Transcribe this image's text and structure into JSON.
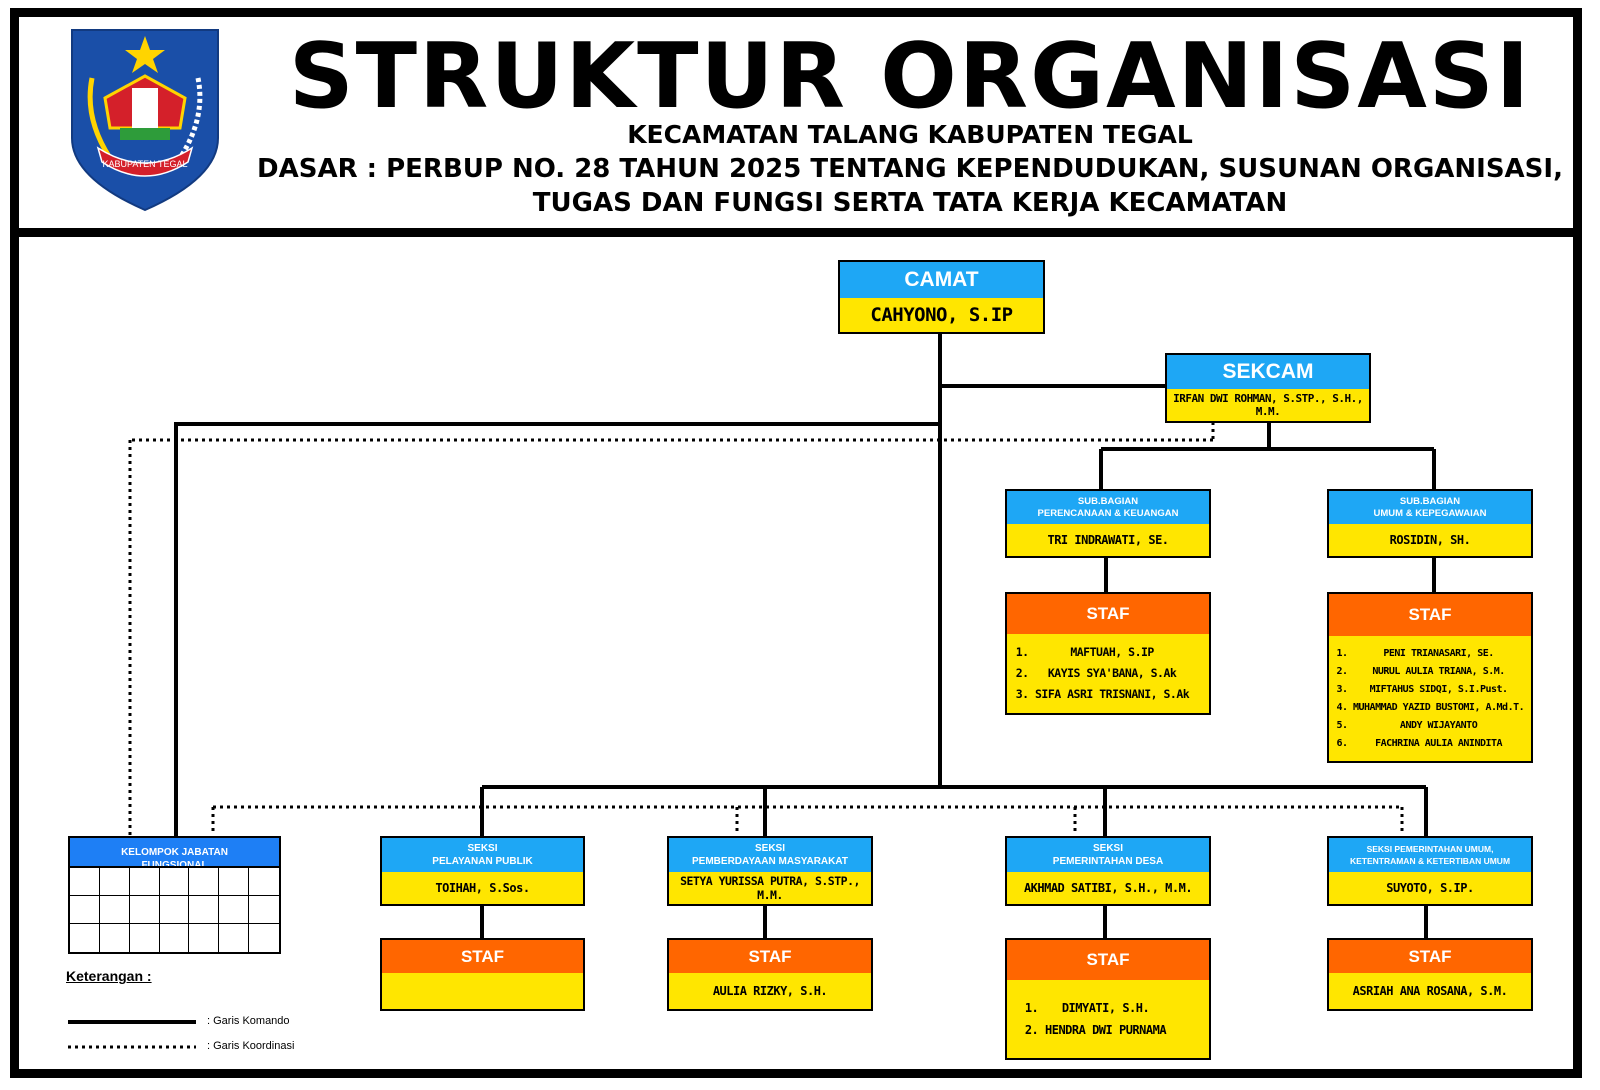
{
  "header": {
    "title": "STRUKTUR ORGANISASI",
    "subtitle": "KECAMATAN TALANG KABUPATEN TEGAL",
    "basis_line1": "DASAR : PERBUP NO. 28 TAHUN 2025 TENTANG KEPENDUDUKAN, SUSUNAN ORGANISASI,",
    "basis_line2": "TUGAS DAN FUNGSI SERTA TATA KERJA KECAMATAN",
    "logo_text": "KABUPATEN TEGAL"
  },
  "camat": {
    "title": "CAMAT",
    "name": "CAHYONO, S.IP"
  },
  "sekcam": {
    "title": "SEKCAM",
    "name": "IRFAN DWI ROHMAN, S.STP., S.H., M.M."
  },
  "subbag": [
    {
      "title_line1": "SUB.BAGIAN",
      "title_line2": "PERENCANAAN & KEUANGAN",
      "name": "TRI INDRAWATI, SE.",
      "staff_title": "STAF",
      "staff": [
        "MAFTUAH, S.IP",
        "KAYIS SYA'BANA, S.Ak",
        "SIFA ASRI TRISNANI, S.Ak"
      ]
    },
    {
      "title_line1": "SUB.BAGIAN",
      "title_line2": "UMUM & KEPEGAWAIAN",
      "name": "ROSIDIN, SH.",
      "staff_title": "STAF",
      "staff": [
        "PENI TRIANASARI, SE.",
        "NURUL AULIA TRIANA, S.M.",
        "MIFTAHUS SIDQI, S.I.Pust.",
        "MUHAMMAD YAZID BUSTOMI, A.Md.T.",
        "ANDY WIJAYANTO",
        "FACHRINA AULIA ANINDITA"
      ]
    }
  ],
  "kelompok": {
    "title_line1": "KELOMPOK JABATAN",
    "title_line2": "FUNGSIONAL"
  },
  "seksi": [
    {
      "title_line1": "SEKSI",
      "title_line2": "PELAYANAN PUBLIK",
      "name": "TOIHAH, S.Sos.",
      "staff_title": "STAF",
      "staff": []
    },
    {
      "title_line1": "SEKSI",
      "title_line2": "PEMBERDAYAAN MASYARAKAT",
      "name": "SETYA YURISSA PUTRA, S.STP., M.M.",
      "staff_title": "STAF",
      "staff": [
        "AULIA RIZKY, S.H."
      ]
    },
    {
      "title_line1": "SEKSI",
      "title_line2": "PEMERINTAHAN DESA",
      "name": "AKHMAD SATIBI, S.H., M.M.",
      "staff_title": "STAF",
      "staff": [
        "DIMYATI, S.H.",
        "HENDRA DWI PURNAMA"
      ]
    },
    {
      "title_line1": "SEKSI PEMERINTAHAN UMUM,",
      "title_line2": "KETENTRAMAN & KETERTIBAN UMUM",
      "name": "SUYOTO, S.IP.",
      "staff_title": "STAF",
      "staff": [
        "ASRIAH ANA ROSANA, S.M."
      ]
    }
  ],
  "legend": {
    "title": "Keterangan :",
    "command": ": Garis Komando",
    "coordination": ": Garis Koordinasi"
  },
  "colors": {
    "blue": "#1ea7f5",
    "yellow": "#ffe600",
    "orange": "#ff6600"
  }
}
